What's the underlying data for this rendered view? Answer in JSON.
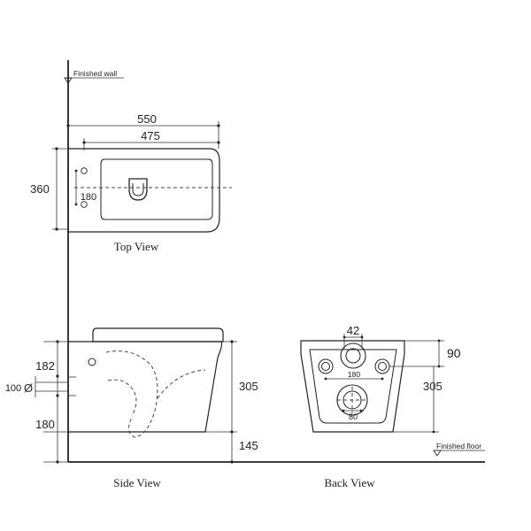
{
  "labels": {
    "finished_wall": "Finished wall",
    "finished_floor": "Finished floor",
    "top_view": "Top View",
    "side_view": "Side View",
    "back_view": "Back View"
  },
  "dimensions": {
    "top": {
      "overall_length": "550",
      "inner_length": "475",
      "width": "360",
      "hole_spacing": "180"
    },
    "side": {
      "upper_offset": "182",
      "diameter": "100",
      "diameter_symbol": "Ø",
      "lower_offset": "180",
      "height": "305",
      "floor_gap": "145"
    },
    "back": {
      "top_hole": "42",
      "top_offset": "90",
      "hole_spacing": "180",
      "height": "305",
      "outlet": "80"
    }
  }
}
